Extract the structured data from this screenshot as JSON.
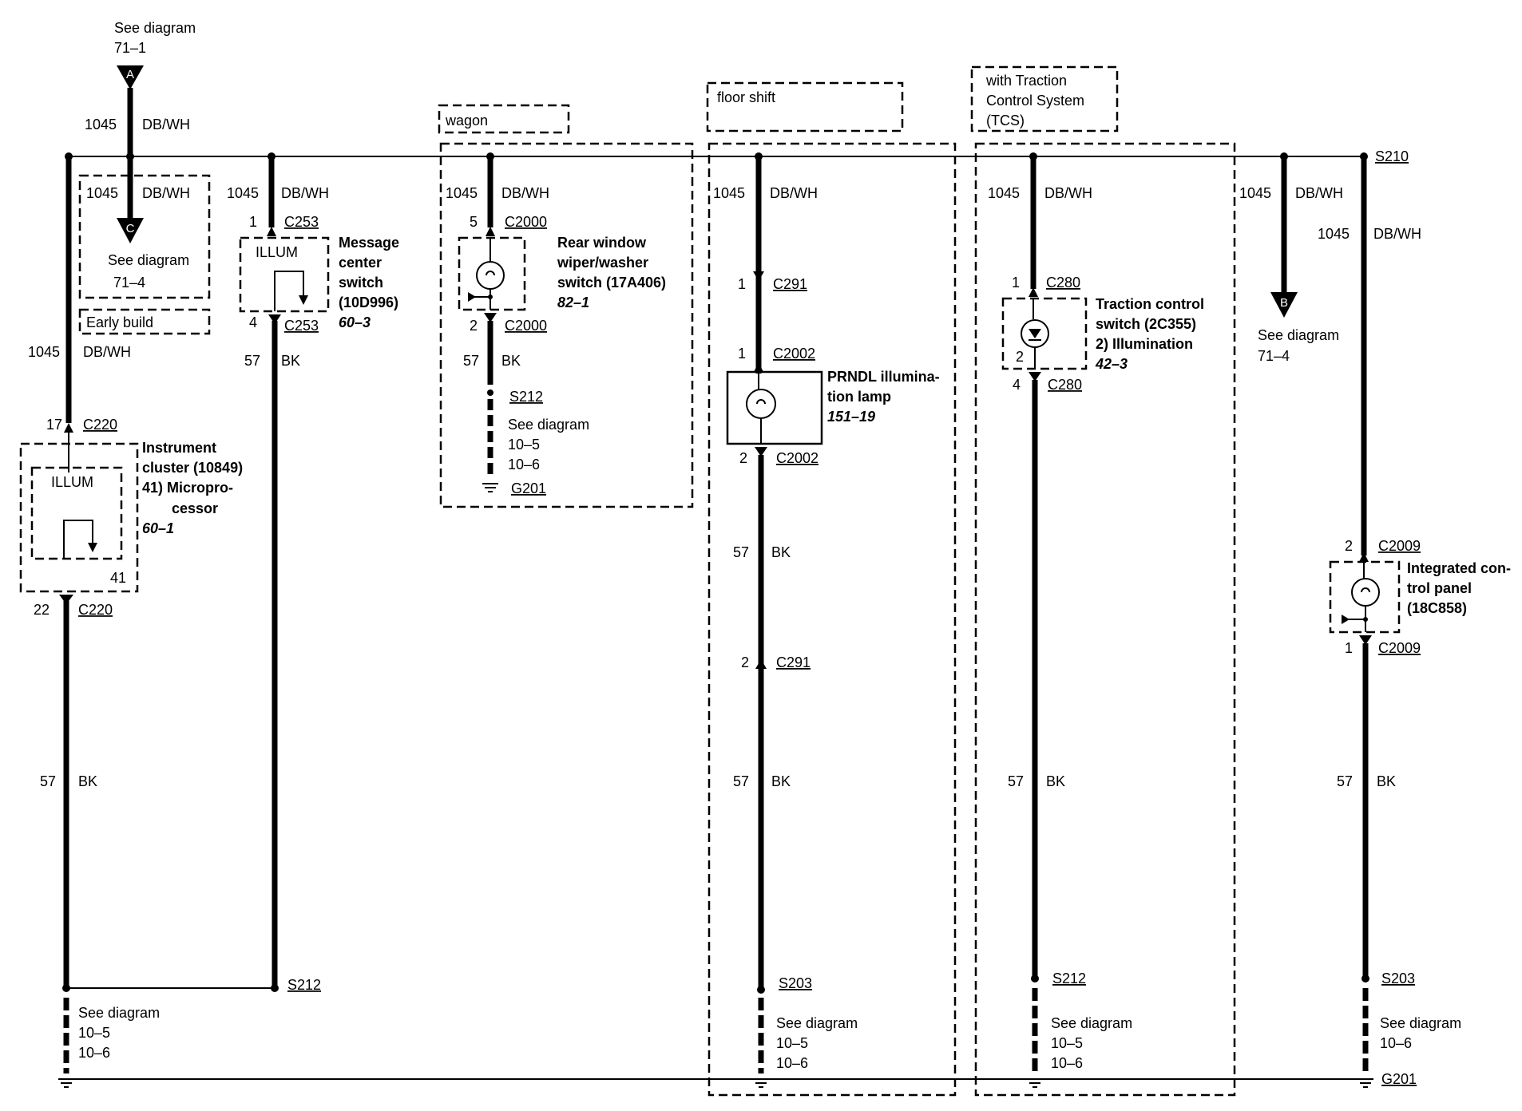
{
  "ref_top": {
    "see": "See diagram",
    "num": "71–1",
    "marker": "A"
  },
  "w1045": "1045",
  "dbwh": "DB/WH",
  "w57": "57",
  "bk": "BK",
  "see": "See diagram",
  "early_build": {
    "label": "Early build",
    "marker": "C",
    "num": "71–4"
  },
  "wagon": "wagon",
  "floor_shift": "floor shift",
  "tcs": {
    "l1": "with Traction",
    "l2": "Control System",
    "l3": "(TCS)"
  },
  "s210": "S210",
  "illum": "ILLUM",
  "cluster": {
    "pin_in": "17",
    "conn_in": "C220",
    "pin_out": "22",
    "conn_out": "C220",
    "pin_inner": "41",
    "l1": "Instrument",
    "l2": "cluster (10849)",
    "l3": "41)  Micropro-",
    "l4": "cessor",
    "ref": "60–1"
  },
  "message": {
    "pin_in": "1",
    "conn_in": "C253",
    "pin_out": "4",
    "conn_out": "C253",
    "l1": "Message",
    "l2": "center",
    "l3": "switch",
    "l4": "(10D996)",
    "ref": "60–3"
  },
  "rear": {
    "pin_in": "5",
    "conn_in": "C2000",
    "pin_out": "2",
    "conn_out": "C2000",
    "l1": "Rear window",
    "l2": "wiper/washer",
    "l3": "switch (17A406)",
    "ref": "82–1",
    "splice": "S212",
    "d1": "10–5",
    "d2": "10–6",
    "ground": "G201"
  },
  "prndl": {
    "c291_pin1": "1",
    "c291_a": "C291",
    "c2002_pin1": "1",
    "c2002_a": "C2002",
    "c2002_pin2": "2",
    "c2002_b": "C2002",
    "c291_pin2": "2",
    "c291_b": "C291",
    "l1": "PRNDL illumina-",
    "l2": "tion lamp",
    "ref": "151–19"
  },
  "traction": {
    "pin_in": "1",
    "conn_in": "C280",
    "pin_out": "4",
    "conn_out": "C280",
    "pin_inner": "2",
    "l1": "Traction control",
    "l2": "switch (2C355)",
    "l3": "2)    Illumination",
    "ref": "42–3"
  },
  "ref_b": {
    "marker": "B",
    "see": "See diagram",
    "num": "71–4"
  },
  "icp": {
    "pin_in": "2",
    "conn_in": "C2009",
    "pin_out": "1",
    "conn_out": "C2009",
    "l1": "Integrated con-",
    "l2": "trol panel",
    "l3": "(18C858)"
  },
  "bottom": {
    "s212_left": "S212",
    "s203_mid": "S203",
    "s212_right": "S212",
    "s203_right": "S203",
    "d105": "10–5",
    "d106": "10–6",
    "g201": "G201"
  }
}
